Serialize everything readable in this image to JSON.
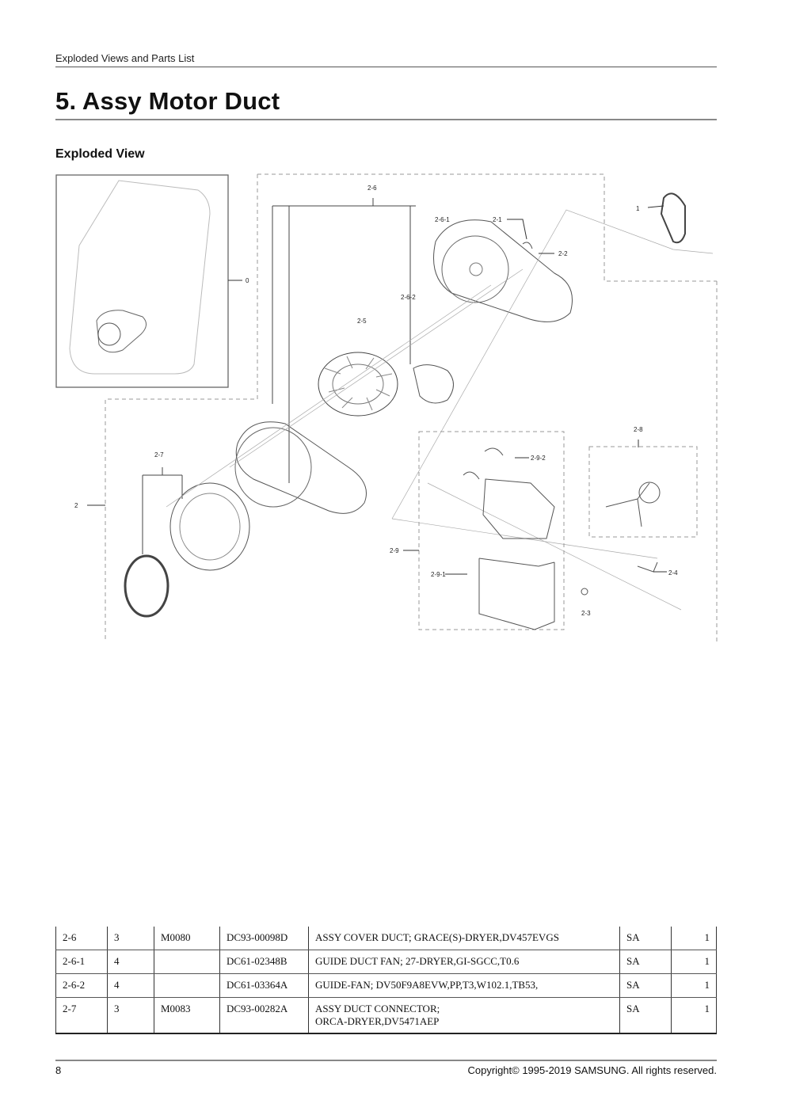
{
  "header": {
    "running_title": "Exploded Views and Parts List"
  },
  "page_title": "5.  Assy Motor Duct",
  "section_title": "Exploded View",
  "diagram": {
    "callouts": [
      "1",
      "0",
      "2",
      "2-1",
      "2-2",
      "2-3",
      "2-4",
      "2-5",
      "2-6",
      "2-6-1",
      "2-6-2",
      "2-7",
      "2-8",
      "2-9",
      "2-9-1",
      "2-9-2"
    ]
  },
  "parts_table": {
    "rows": [
      {
        "loc": "2-6",
        "level": "3",
        "code": "M0080",
        "part_no": "DC93-00098D",
        "description": "ASSY COVER DUCT; GRACE(S)-DRYER,DV457EVGS",
        "description2": "",
        "type": "SA",
        "qty": "1"
      },
      {
        "loc": "2-6-1",
        "level": "4",
        "code": "",
        "part_no": "DC61-02348B",
        "description": "GUIDE DUCT FAN; 27-DRYER,GI-SGCC,T0.6",
        "description2": "",
        "type": "SA",
        "qty": "1"
      },
      {
        "loc": "2-6-2",
        "level": "4",
        "code": "",
        "part_no": "DC61-03364A",
        "description": "GUIDE-FAN; DV50F9A8EVW,PP,T3,W102.1,TB53,",
        "description2": "",
        "type": "SA",
        "qty": "1"
      },
      {
        "loc": "2-7",
        "level": "3",
        "code": "M0083",
        "part_no": "DC93-00282A",
        "description": "ASSY  DUCT  CONNECTOR;",
        "description2": "ORCA-DRYER,DV5471AEP",
        "type": "SA",
        "qty": "1"
      }
    ]
  },
  "footer": {
    "page_number": "8",
    "copyright": "Copyright©  1995-2019 SAMSUNG.  All rights reserved."
  }
}
